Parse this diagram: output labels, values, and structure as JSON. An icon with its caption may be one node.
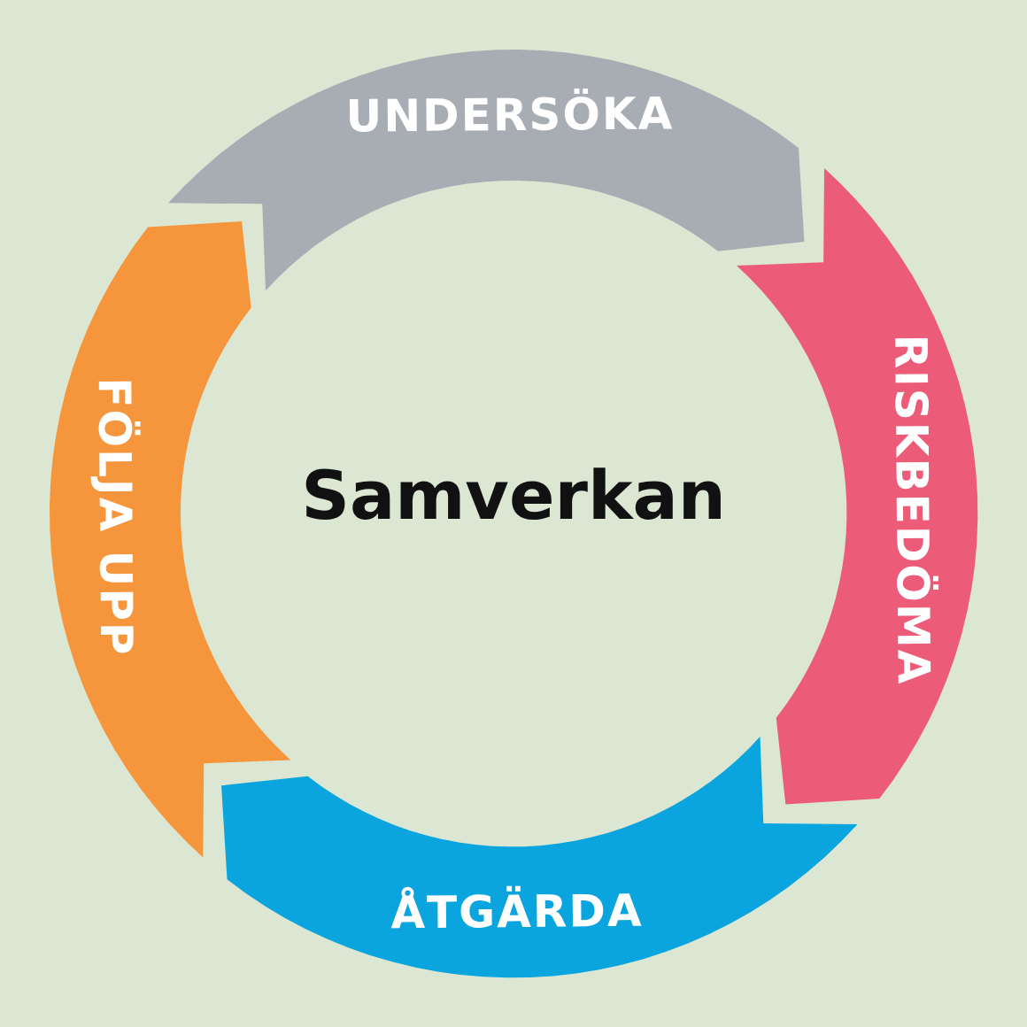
{
  "diagram": {
    "nodes": [
      {
        "text": [
          "UNDERSÖKA"
        ]
      },
      {
        "text": [
          "RISKBEDÖMA"
        ]
      },
      {
        "text": [
          "ÅTGÄRDA"
        ]
      },
      {
        "text": [
          "FÖLJA UPP"
        ]
      }
    ],
    "labels": [
      "Samverkan"
    ]
  }
}
